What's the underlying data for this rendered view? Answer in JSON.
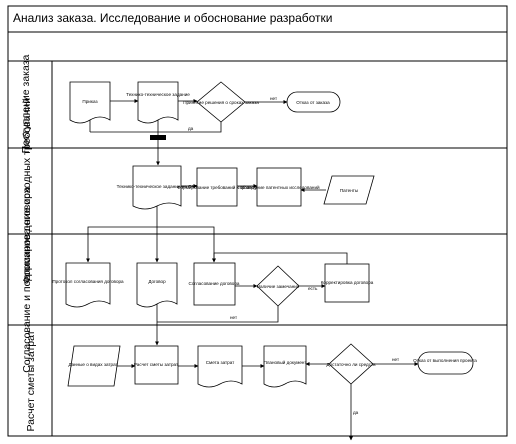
{
  "title": "Анализ заказа. Исследование и обоснование разработки",
  "lanes": [
    "Поступление заказа",
    "Формирова-ние исходных требований",
    "Согласование и подписание договора",
    "Расчет сметы затрат"
  ],
  "nodes": {
    "prikaz": "Приказ",
    "tz1": "Технико-техническое задание",
    "dec1": "Принятие решения о сроках заказа",
    "otkaz1": "Отказ от заказа",
    "tz2": "Технико-техническое задание на ОКР",
    "form": "Формирование требований к объекту",
    "patent_research": "Проведение патентных исследований",
    "patents": "Патенты",
    "protocol": "Протокол согласования договора",
    "dogovor": "Договор",
    "soglas": "Согласование договора",
    "dec2": "Наличие замечаний",
    "korrekt": "Корректировка договора",
    "dannye": "Данные о видах затрат",
    "raschet": "Расчет сметы затрат",
    "smeta": "Смета затрат",
    "plan": "Плановый документ",
    "dec3": "Достаточно ли средств",
    "otkaz2": "Отказ от выполнения проекта"
  },
  "edge_labels": {
    "dec1_no": "нет",
    "dec1_yes": "да",
    "dec2_yes": "есть",
    "dec2_no": "нет",
    "dec3_no": "нет",
    "dec3_yes": "да"
  }
}
